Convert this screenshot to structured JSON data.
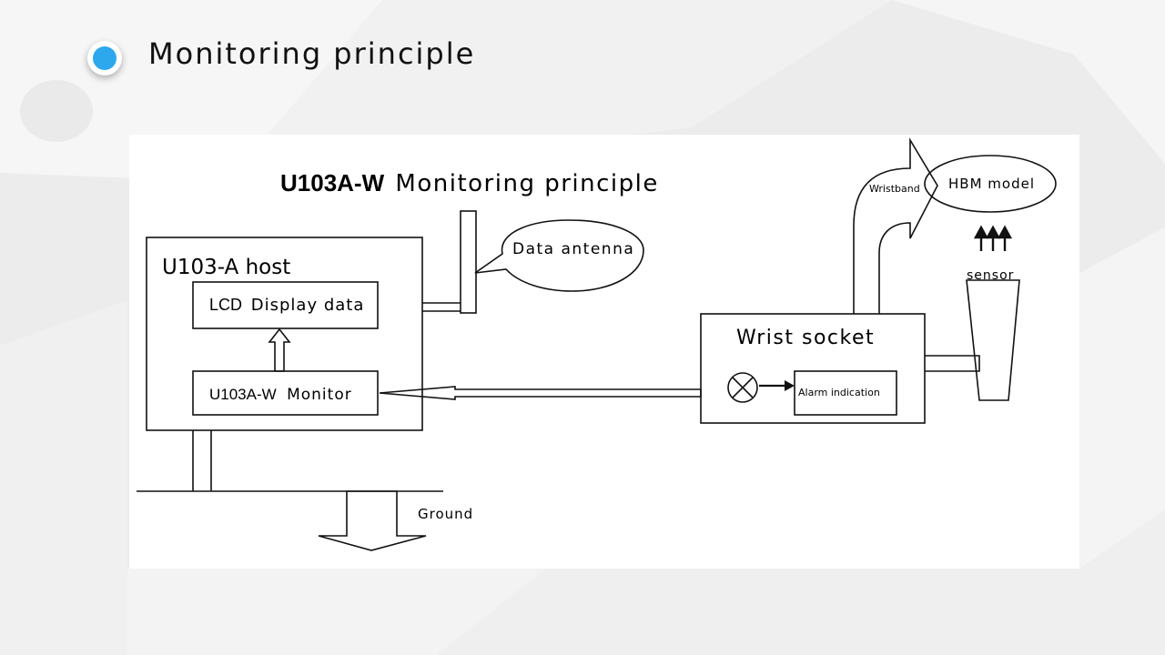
{
  "slide": {
    "title": "Monitoring principle",
    "title_icon": "circle-bullet-icon",
    "accent_color": "#2ea8ec"
  },
  "diagram": {
    "heading_model": "U103A-W",
    "heading_text": "Monitoring principle",
    "host_label": "U103-A  host",
    "lcd_prefix": "LCD",
    "lcd_text": "Display data",
    "monitor_prefix": "U103A-W",
    "monitor_text": "Monitor",
    "antenna_label": "Data antenna",
    "wrist_socket_label": "Wrist socket",
    "alarm_label": "Alarm indication",
    "wristband_label": "Wristband",
    "hbm_label": "HBM model",
    "sensor_label": "sensor",
    "ground_label": "Ground",
    "icons": [
      "alarm-lamp-icon",
      "sensor-arrows-icon"
    ]
  }
}
